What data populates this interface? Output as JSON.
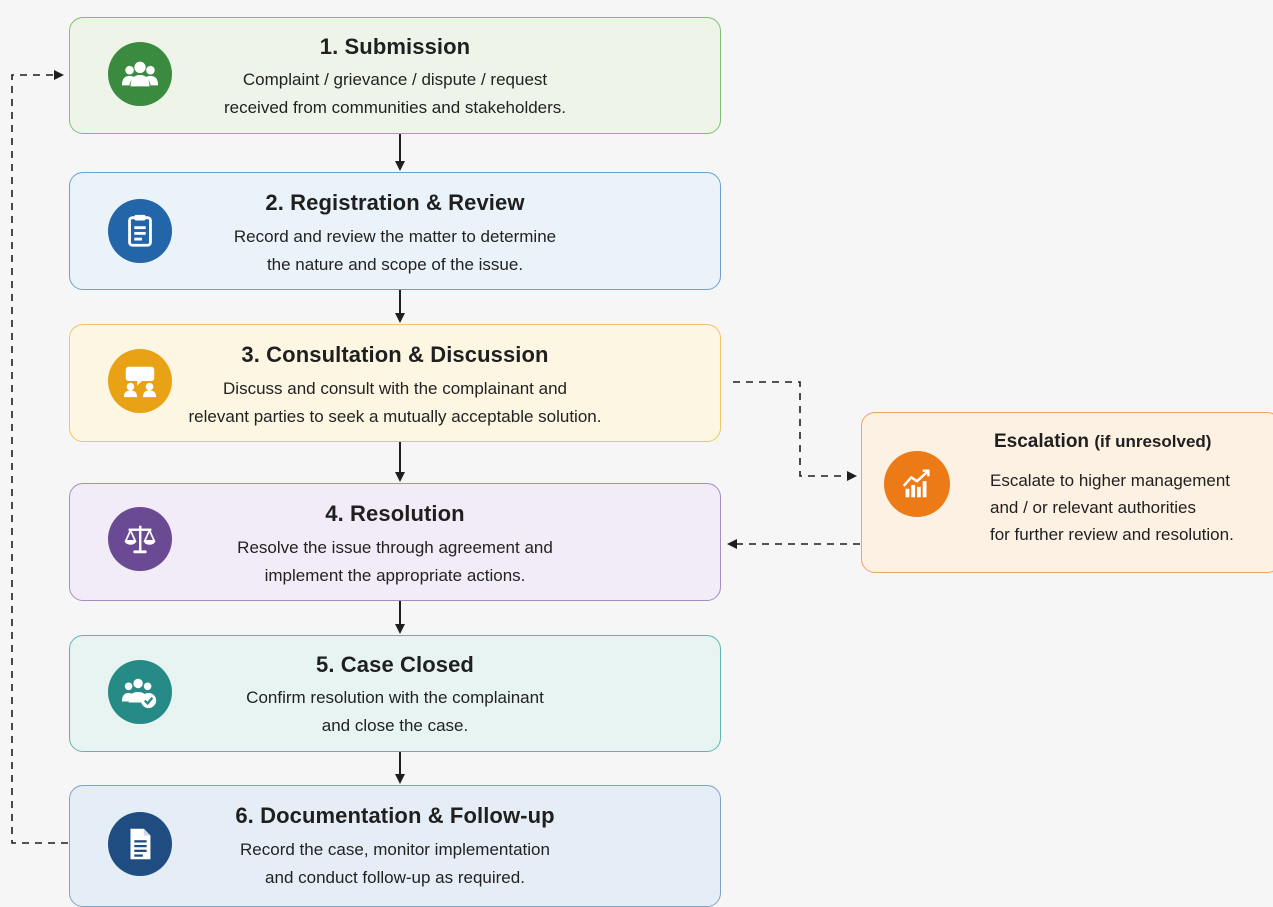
{
  "steps": [
    {
      "title": "1. Submission",
      "lines": [
        "Complaint / grievance / dispute / request",
        "received from communities and stakeholders."
      ],
      "icon": "group-icon",
      "color": "#3a8a3f"
    },
    {
      "title": "2. Registration & Review",
      "lines": [
        "Record and review the matter to determine",
        "the nature and scope of the issue."
      ],
      "icon": "clipboard-icon",
      "color": "#2265a8"
    },
    {
      "title": "3. Consultation & Discussion",
      "lines": [
        "Discuss and consult with the complainant and",
        "relevant parties to seek a mutually acceptable solution."
      ],
      "icon": "discussion-icon",
      "color": "#e9a216"
    },
    {
      "title": "4. Resolution",
      "lines": [
        "Resolve the issue through agreement and",
        "implement the appropriate actions."
      ],
      "icon": "scales-icon",
      "color": "#6a4a92"
    },
    {
      "title": "5. Case Closed",
      "lines": [
        "Confirm resolution with the complainant",
        "and close the case."
      ],
      "icon": "group-check-icon",
      "color": "#268a86"
    },
    {
      "title": "6. Documentation & Follow-up",
      "lines": [
        "Record the case, monitor implementation",
        "and conduct follow-up as required."
      ],
      "icon": "document-icon",
      "color": "#1f4d82"
    }
  ],
  "escalation": {
    "title": "Escalation",
    "title_note": "(if unresolved)",
    "lines": [
      "Escalate to higher management",
      "and / or relevant authorities",
      "for further review and resolution."
    ],
    "icon": "growth-chart-icon",
    "color": "#ec7a16"
  }
}
